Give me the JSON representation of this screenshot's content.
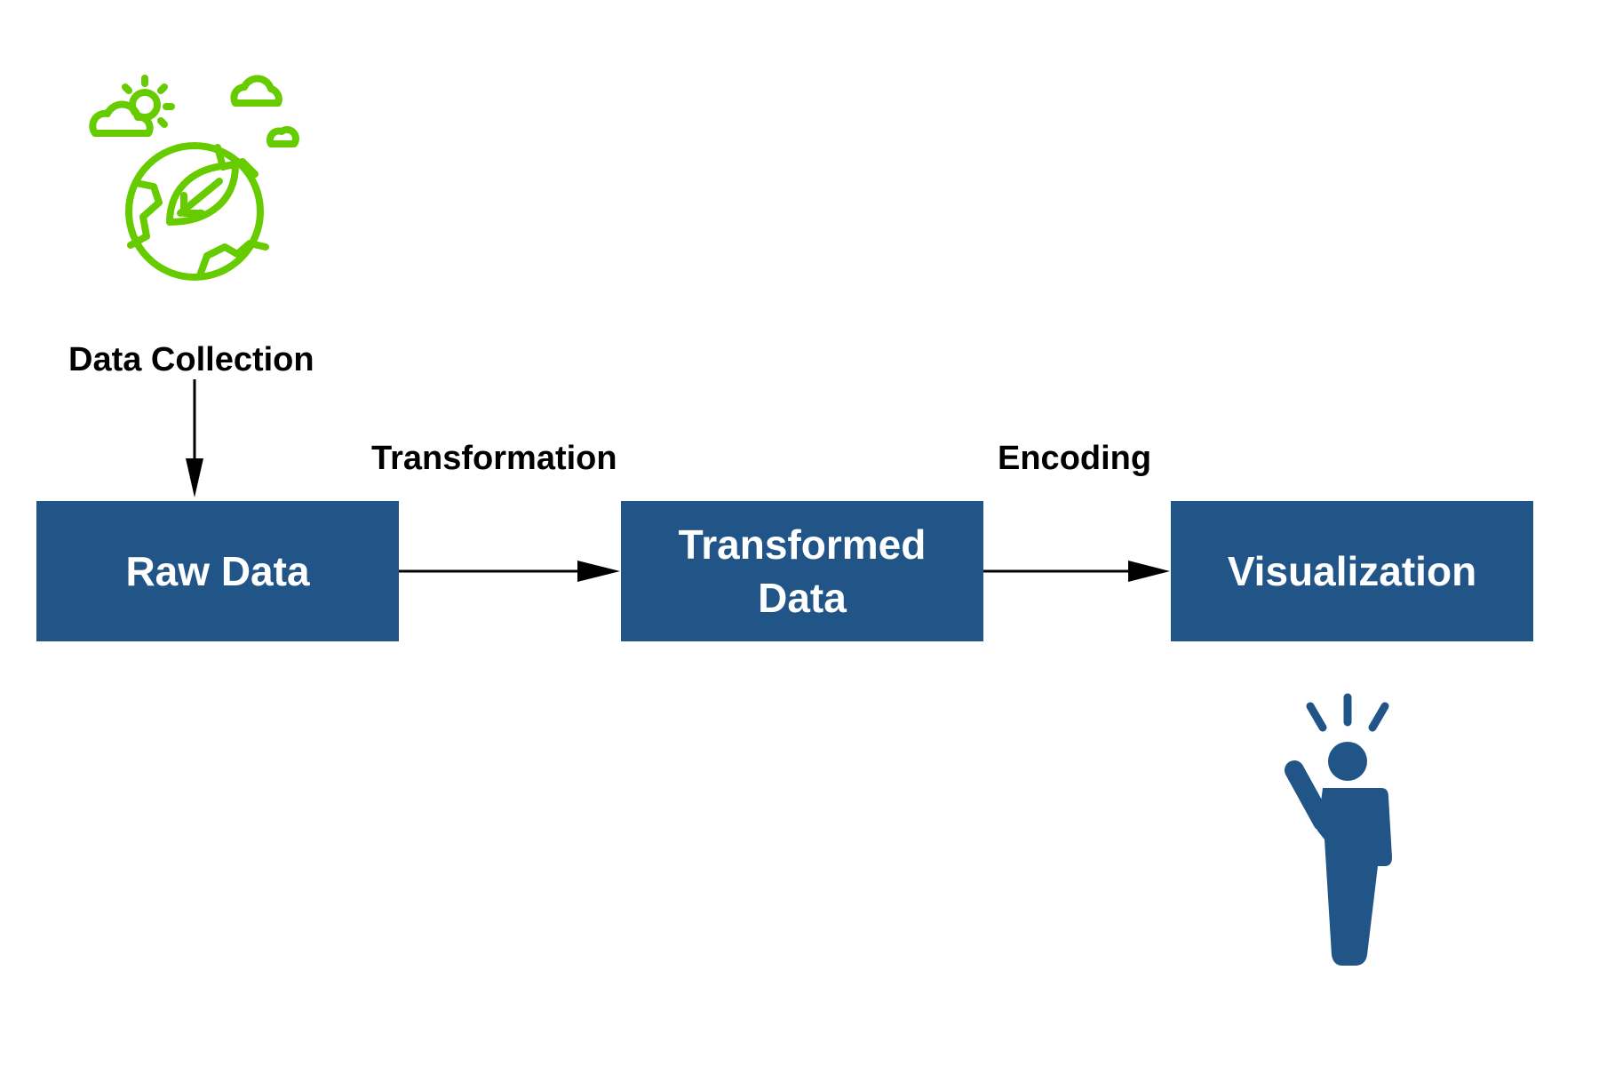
{
  "diagram": {
    "nodes": [
      {
        "id": "raw",
        "label": "Raw Data"
      },
      {
        "id": "transformed",
        "label": "Transformed\nData"
      },
      {
        "id": "visual",
        "label": "Visualization"
      }
    ],
    "edges": [
      {
        "from": "source",
        "to": "raw",
        "label": "Data Collection"
      },
      {
        "from": "raw",
        "to": "transformed",
        "label": "Transformation"
      },
      {
        "from": "transformed",
        "to": "visual",
        "label": "Encoding"
      }
    ]
  },
  "icons": {
    "source": "earth-leaf-icon",
    "viewer": "person-idea-icon"
  },
  "colors": {
    "box": "#215587",
    "box_text": "#ffffff",
    "earth_icon": "#66cc00",
    "person_icon": "#215587",
    "arrow": "#000000"
  }
}
